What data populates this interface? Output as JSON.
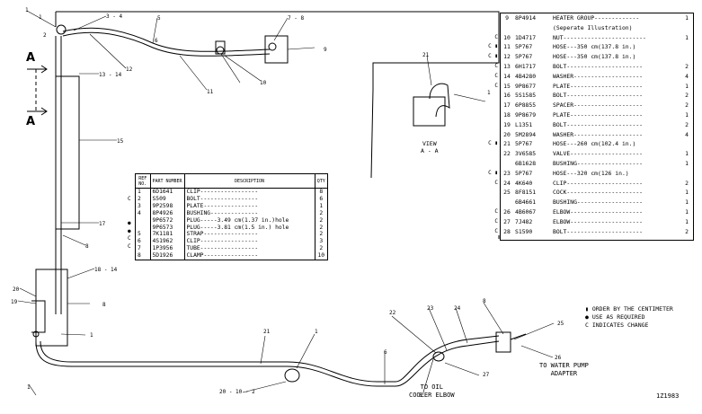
{
  "callouts": {
    "c1": "1",
    "c2": "2",
    "c3": "3 - 4",
    "c5": "5",
    "c6": "6",
    "c7": "7 - 8",
    "c9": "9",
    "c10": "10",
    "c11": "11",
    "c12": "12",
    "c13": "13 - 14",
    "c15": "15",
    "c17": "17",
    "c8": "8",
    "c18": "18 - 14",
    "c8b": "8",
    "c20": "20",
    "c19": "19",
    "c1b": "1",
    "c21": "21",
    "c1c": "1",
    "c20b": "20 - 10 - 2",
    "c1d": "1",
    "c22": "22",
    "c23": "23",
    "c24": "24",
    "c8c": "8",
    "c25": "25",
    "c26": "26",
    "c27": "27",
    "c8d": "8",
    "c6b": "6",
    "c1e": "1",
    "c1f": "1",
    "c21b": "21",
    "c1v": "1"
  },
  "section_marks": {
    "a_top": "A",
    "a_bottom": "A"
  },
  "view_label": {
    "line1": "VIEW",
    "line2": "A - A"
  },
  "oil_label": {
    "line1": "TO OIL",
    "line2": "COOLER ELBOW"
  },
  "pump_label": {
    "line1": "TO WATER PUMP",
    "line2": "ADAPTER"
  },
  "reference": "1Z1983",
  "legend": [
    "▮ ORDER BY THE CENTIMETER",
    "● USE AS REQUIRED",
    "C INDICATES CHANGE"
  ],
  "left_table": {
    "headers": {
      "ref": "REF NO.",
      "part": "PART NUMBER",
      "desc": "DESCRIPTION",
      "qty": "QTY"
    },
    "rows": [
      {
        "mark": "",
        "ref": "1",
        "part": "6D1641",
        "desc": "CLIP-----------------",
        "qty": "8"
      },
      {
        "mark": "C",
        "ref": "2",
        "part": "S509",
        "desc": "BOLT-----------------",
        "qty": "6"
      },
      {
        "mark": "",
        "ref": "3",
        "part": "9P2598",
        "desc": "PLATE----------------",
        "qty": "1"
      },
      {
        "mark": "",
        "ref": "4",
        "part": "8P4926",
        "desc": "BUSHING--------------",
        "qty": "2"
      },
      {
        "mark": "●",
        "ref": "",
        "part": "9P6572",
        "desc": "PLUG-----3.49 cm(1.37 in.)hole",
        "qty": "2"
      },
      {
        "mark": "●",
        "ref": "",
        "part": "9P6573",
        "desc": "PLUG-----3.81 cm(1.5 in.) hole",
        "qty": "2"
      },
      {
        "mark": "C",
        "ref": "5",
        "part": "7K1181",
        "desc": "STRAP----------------",
        "qty": "2"
      },
      {
        "mark": "C",
        "ref": "6",
        "part": "4S1962",
        "desc": "CLIP-----------------",
        "qty": "3"
      },
      {
        "mark": "",
        "ref": "7",
        "part": "1P3956",
        "desc": "TUBE-----------------",
        "qty": "2"
      },
      {
        "mark": "",
        "ref": "8",
        "part": "5D1926",
        "desc": "CLAMP----------------",
        "qty": "10"
      }
    ]
  },
  "right_table": {
    "rows": [
      {
        "mark": "",
        "ref": "9",
        "part": "8P4914",
        "desc": "HEATER GROUP-------------",
        "qty": "1"
      },
      {
        "mark": "",
        "ref": "",
        "part": "",
        "desc": "(Seperate Illustration)",
        "qty": ""
      },
      {
        "mark": "C",
        "ref": "10",
        "part": "1D4717",
        "desc": "NUT------------------------",
        "qty": "1"
      },
      {
        "mark": "C ▮",
        "ref": "11",
        "part": "5P767",
        "desc": "HOSE---350 cm(137.8 in.)",
        "qty": ""
      },
      {
        "mark": "C ▮",
        "ref": "12",
        "part": "5P767",
        "desc": "HOSE---350 cm(137.8 in.)",
        "qty": ""
      },
      {
        "mark": "C",
        "ref": "13",
        "part": "6H1717",
        "desc": "BOLT----------------------",
        "qty": "2"
      },
      {
        "mark": "C",
        "ref": "14",
        "part": "4B4280",
        "desc": "WASHER--------------------",
        "qty": "4"
      },
      {
        "mark": "C",
        "ref": "15",
        "part": "9P8677",
        "desc": "PLATE---------------------",
        "qty": "1"
      },
      {
        "mark": "",
        "ref": "16",
        "part": "5S1585",
        "desc": "BOLT----------------------",
        "qty": "2"
      },
      {
        "mark": "",
        "ref": "17",
        "part": "6P8855",
        "desc": "SPACER--------------------",
        "qty": "2"
      },
      {
        "mark": "",
        "ref": "18",
        "part": "9P8679",
        "desc": "PLATE---------------------",
        "qty": "1"
      },
      {
        "mark": "",
        "ref": "19",
        "part": "L1351",
        "desc": "BOLT----------------------",
        "qty": "2"
      },
      {
        "mark": "",
        "ref": "20",
        "part": "5M2894",
        "desc": "WASHER--------------------",
        "qty": "4"
      },
      {
        "mark": "C ▮",
        "ref": "21",
        "part": "5P767",
        "desc": "HOSE---260 cm(102.4 in.)",
        "qty": ""
      },
      {
        "mark": "",
        "ref": "22",
        "part": "3V6585",
        "desc": "VALVE---------------------",
        "qty": "1"
      },
      {
        "mark": "",
        "ref": "",
        "part": "6B1628",
        "desc": "BUSHING-------------------",
        "qty": "1"
      },
      {
        "mark": "C ▮",
        "ref": "23",
        "part": "5P767",
        "desc": "HOSE---320 cm(126 in.)",
        "qty": ""
      },
      {
        "mark": "C",
        "ref": "24",
        "part": "4K640",
        "desc": "CLIP----------------------",
        "qty": "2"
      },
      {
        "mark": "",
        "ref": "25",
        "part": "8F8151",
        "desc": "COCK----------------------",
        "qty": "1"
      },
      {
        "mark": "",
        "ref": "",
        "part": "6B4661",
        "desc": "BUSHING-------------------",
        "qty": "1"
      },
      {
        "mark": "C",
        "ref": "26",
        "part": "4B6067",
        "desc": "ELBOW---------------------",
        "qty": "1"
      },
      {
        "mark": "C",
        "ref": "27",
        "part": "7J482",
        "desc": "ELBOW---------------------",
        "qty": "1"
      },
      {
        "mark": "C",
        "ref": "28",
        "part": "S1590",
        "desc": "BOLT----------------------",
        "qty": "2"
      }
    ]
  }
}
